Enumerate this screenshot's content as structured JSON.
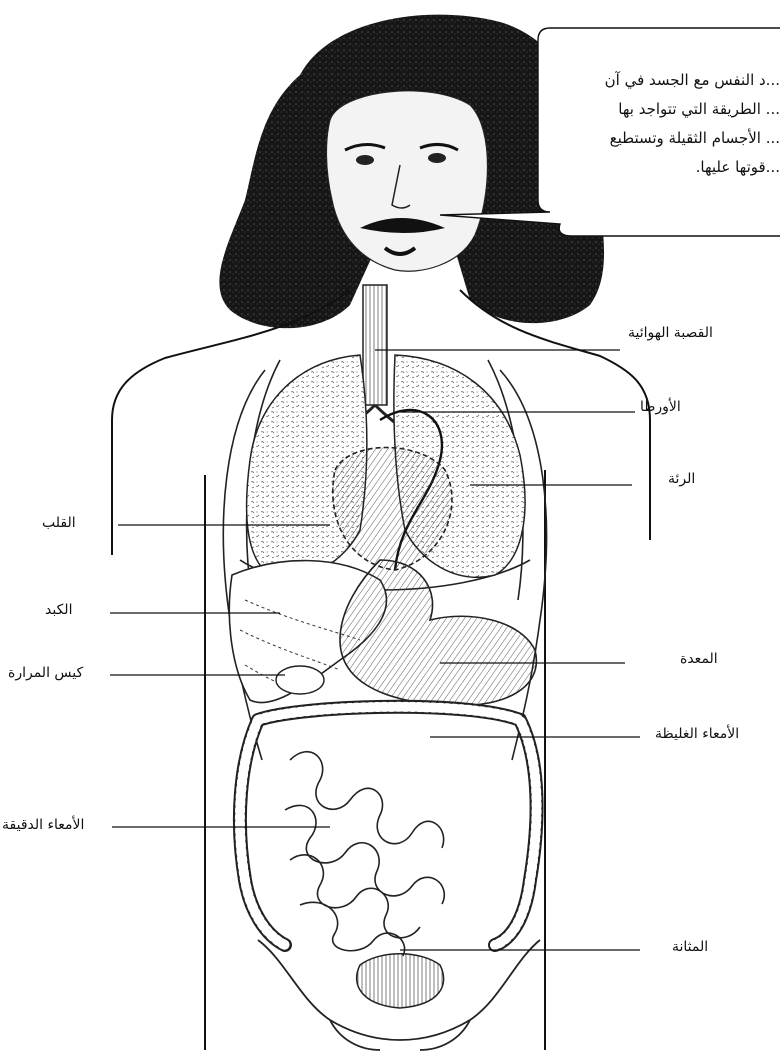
{
  "speech_bubble": {
    "lines": [
      "...د النفس مع الجسد في آن",
      "... الطريقة التي تتواجد بها",
      "... الأجسام الثقيلة وتستطيع",
      "...قوتها عليها."
    ]
  },
  "labels": {
    "trachea": "القصبة الهوائية",
    "aorta": "الأورطا",
    "lung": "الرئة",
    "heart": "القلب",
    "liver": "الكبد",
    "stomach": "المعدة",
    "gallbladder": "كيس المرارة",
    "large_intestine": "الأمعاء الغليظة",
    "small_intestine": "الأمعاء الدقيقة",
    "bladder": "المثانة"
  }
}
